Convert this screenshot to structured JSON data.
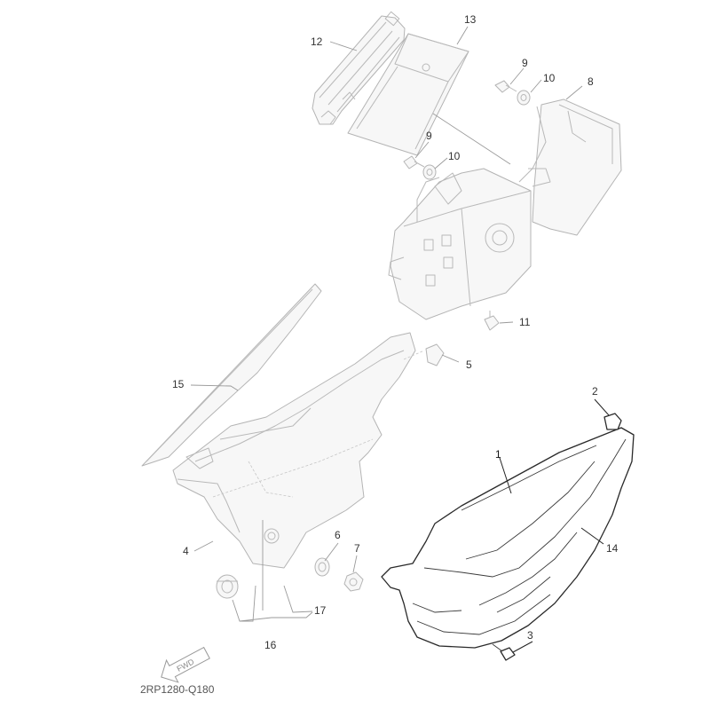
{
  "diagram_code": "2RP1280-Q180",
  "fwd_label": "FWD",
  "callouts": {
    "p1": "1",
    "p2": "2",
    "p3": "3",
    "p4": "4",
    "p5": "5",
    "p6": "6",
    "p7": "7",
    "p8": "8",
    "p9a": "9",
    "p9b": "9",
    "p10a": "10",
    "p10b": "10",
    "p11": "11",
    "p12": "12",
    "p13": "13",
    "p14": "14",
    "p15": "15",
    "p16": "16",
    "p17": "17"
  }
}
